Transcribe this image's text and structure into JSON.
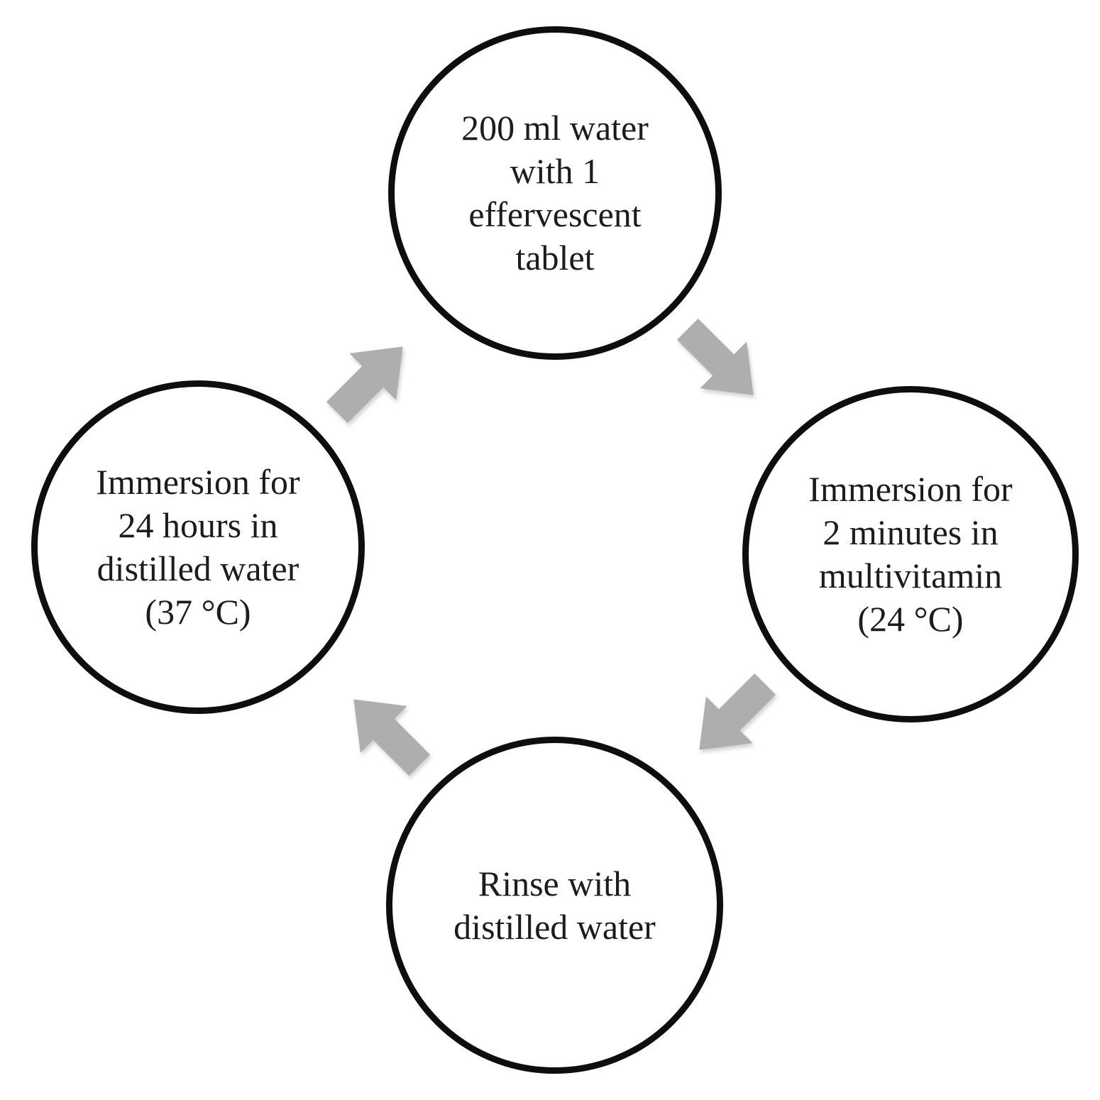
{
  "diagram": {
    "type": "cycle",
    "background_color": "#ffffff",
    "circle_border_color": "#0e0e0e",
    "text_color": "#1c1c1c",
    "arrow_color": "#aeaeae",
    "steps": [
      {
        "id": "step-effervescent-solution",
        "position": "top",
        "label": "200 ml water\nwith 1\neffervescent\ntablet"
      },
      {
        "id": "step-multivitamin-immersion",
        "position": "right",
        "label": "Immersion for\n2 minutes in\nmultivitamin\n(24 °C)"
      },
      {
        "id": "step-rinse",
        "position": "bottom",
        "label": "Rinse with\ndistilled water"
      },
      {
        "id": "step-distilled-immersion",
        "position": "left",
        "label": "Immersion for\n24 hours in\ndistilled water\n(37 °C)"
      }
    ],
    "arrows": [
      {
        "id": "arrow-left-to-top",
        "direction": "up-right"
      },
      {
        "id": "arrow-top-to-right",
        "direction": "down-right"
      },
      {
        "id": "arrow-right-to-bottom",
        "direction": "down-left"
      },
      {
        "id": "arrow-bottom-to-left",
        "direction": "up-left"
      }
    ]
  }
}
